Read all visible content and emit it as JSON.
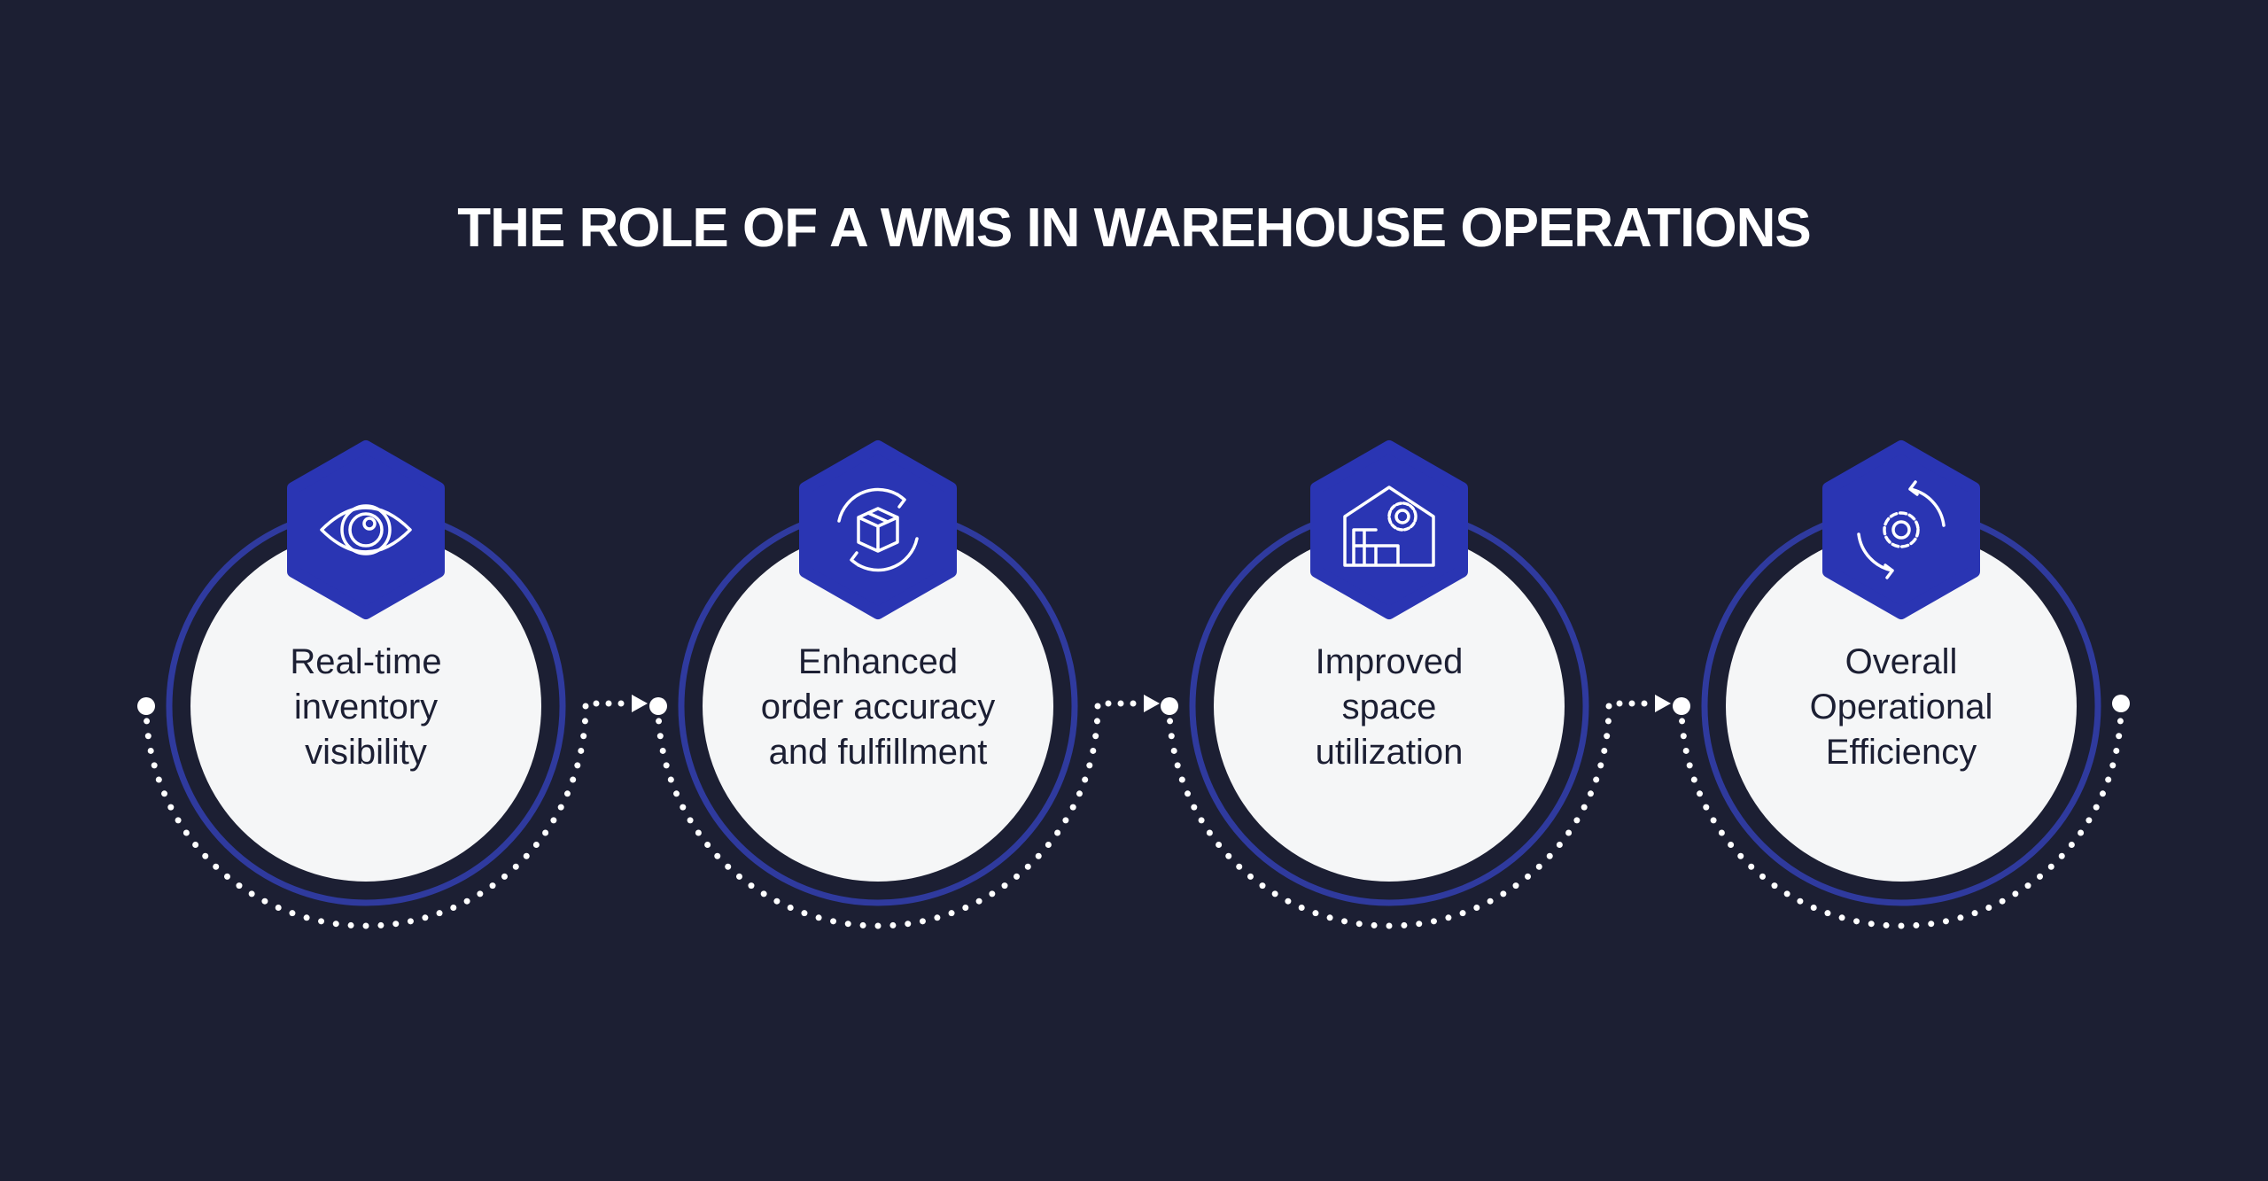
{
  "title": "THE ROLE OF A WMS IN WAREHOUSE OPERATIONS",
  "steps": [
    {
      "label": "Real-time inventory visibility",
      "lines": [
        "Real-time",
        "inventory",
        "visibility"
      ],
      "icon": "eye-icon"
    },
    {
      "label": "Enhanced order accuracy and fulfillment",
      "lines": [
        "Enhanced",
        "order accuracy",
        "and fulfillment"
      ],
      "icon": "box-cycle-icon"
    },
    {
      "label": "Improved space utilization",
      "lines": [
        "Improved",
        "space",
        "utilization"
      ],
      "icon": "warehouse-gear-icon"
    },
    {
      "label": "Overall Operational Efficiency",
      "lines": [
        "Overall",
        "Operational",
        "Efficiency"
      ],
      "icon": "gear-cycle-icon"
    }
  ],
  "colors": {
    "background": "#1c1f33",
    "hex": "#2a35b3",
    "ring": "#2f3a9e",
    "circle": "#f5f6f7",
    "dots": "#ffffff"
  }
}
